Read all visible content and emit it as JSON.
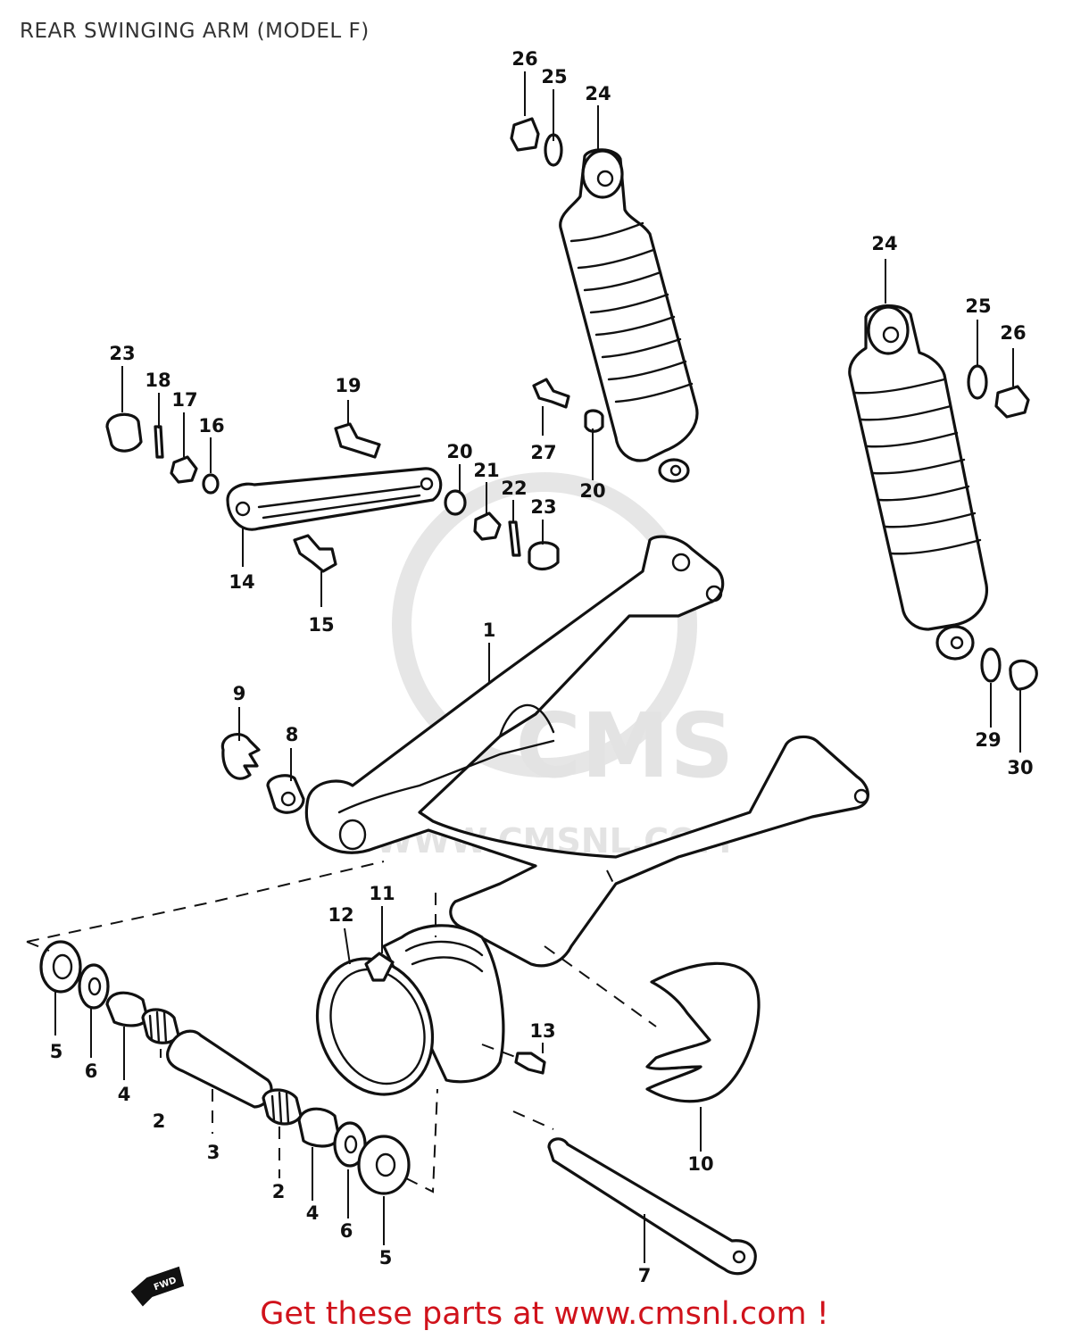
{
  "header": {
    "title": "REAR SWINGING ARM (MODEL F)"
  },
  "watermark": {
    "brand": "CMS",
    "site": "WWW.CMSNL.COM"
  },
  "direction_marker": {
    "text": "FWD",
    "icon": "forward-arrow-icon"
  },
  "footer": {
    "cta": "Get these parts at www.cmsnl.com !"
  },
  "colors": {
    "footer_text": "#d0121b",
    "line_art": "#111111",
    "watermark": "#e3e3e3"
  },
  "callouts": [
    {
      "id": "c1",
      "number": "1"
    },
    {
      "id": "c2a",
      "number": "2"
    },
    {
      "id": "c2b",
      "number": "2"
    },
    {
      "id": "c3",
      "number": "3"
    },
    {
      "id": "c4a",
      "number": "4"
    },
    {
      "id": "c4b",
      "number": "4"
    },
    {
      "id": "c5a",
      "number": "5"
    },
    {
      "id": "c5b",
      "number": "5"
    },
    {
      "id": "c6a",
      "number": "6"
    },
    {
      "id": "c6b",
      "number": "6"
    },
    {
      "id": "c7",
      "number": "7"
    },
    {
      "id": "c8",
      "number": "8"
    },
    {
      "id": "c9",
      "number": "9"
    },
    {
      "id": "c10",
      "number": "10"
    },
    {
      "id": "c11",
      "number": "11"
    },
    {
      "id": "c12",
      "number": "12"
    },
    {
      "id": "c13",
      "number": "13"
    },
    {
      "id": "c14",
      "number": "14"
    },
    {
      "id": "c15",
      "number": "15"
    },
    {
      "id": "c16",
      "number": "16"
    },
    {
      "id": "c17",
      "number": "17"
    },
    {
      "id": "c18",
      "number": "18"
    },
    {
      "id": "c19",
      "number": "19"
    },
    {
      "id": "c20a",
      "number": "20"
    },
    {
      "id": "c20b",
      "number": "20"
    },
    {
      "id": "c21",
      "number": "21"
    },
    {
      "id": "c22",
      "number": "22"
    },
    {
      "id": "c23a",
      "number": "23"
    },
    {
      "id": "c23b",
      "number": "23"
    },
    {
      "id": "c24a",
      "number": "24"
    },
    {
      "id": "c24b",
      "number": "24"
    },
    {
      "id": "c25a",
      "number": "25"
    },
    {
      "id": "c25b",
      "number": "25"
    },
    {
      "id": "c26a",
      "number": "26"
    },
    {
      "id": "c26b",
      "number": "26"
    },
    {
      "id": "c27",
      "number": "27"
    },
    {
      "id": "c29",
      "number": "29"
    },
    {
      "id": "c30",
      "number": "30"
    }
  ]
}
